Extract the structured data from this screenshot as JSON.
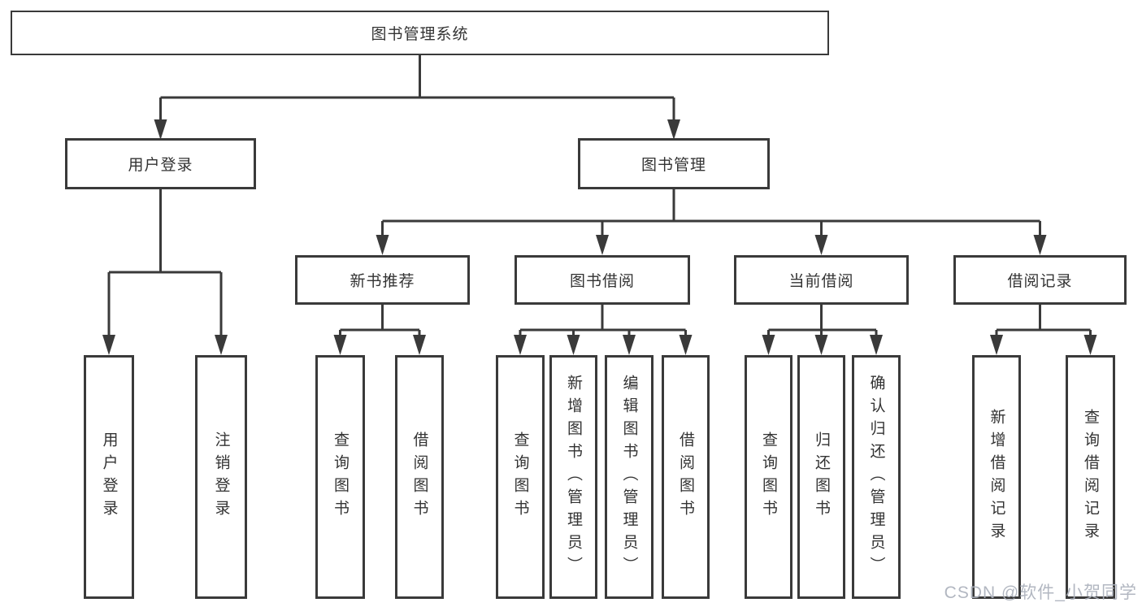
{
  "colors": {
    "line": "#3a3a3a",
    "box_border": "#3a3a3a",
    "text": "#333333",
    "background": "#ffffff",
    "watermark": "#abb1bc"
  },
  "watermark": {
    "text": "CSDN @软件_小贺同学"
  },
  "tree": {
    "label": "图书管理系统",
    "children": [
      {
        "label": "用户登录",
        "children": [
          {
            "label": "用户登录"
          },
          {
            "label": "注销登录"
          }
        ]
      },
      {
        "label": "图书管理",
        "children": [
          {
            "label": "新书推荐",
            "children": [
              {
                "label": "查询图书"
              },
              {
                "label": "借阅图书"
              }
            ]
          },
          {
            "label": "图书借阅",
            "children": [
              {
                "label": "查询图书"
              },
              {
                "label": "新增图书（管理员）"
              },
              {
                "label": "编辑图书（管理员）"
              },
              {
                "label": "借阅图书"
              }
            ]
          },
          {
            "label": "当前借阅",
            "children": [
              {
                "label": "查询图书"
              },
              {
                "label": "归还图书"
              },
              {
                "label": "确认归还（管理员）"
              }
            ]
          },
          {
            "label": "借阅记录",
            "children": [
              {
                "label": "新增借阅记录"
              },
              {
                "label": "查询借阅记录"
              }
            ]
          }
        ]
      }
    ]
  }
}
